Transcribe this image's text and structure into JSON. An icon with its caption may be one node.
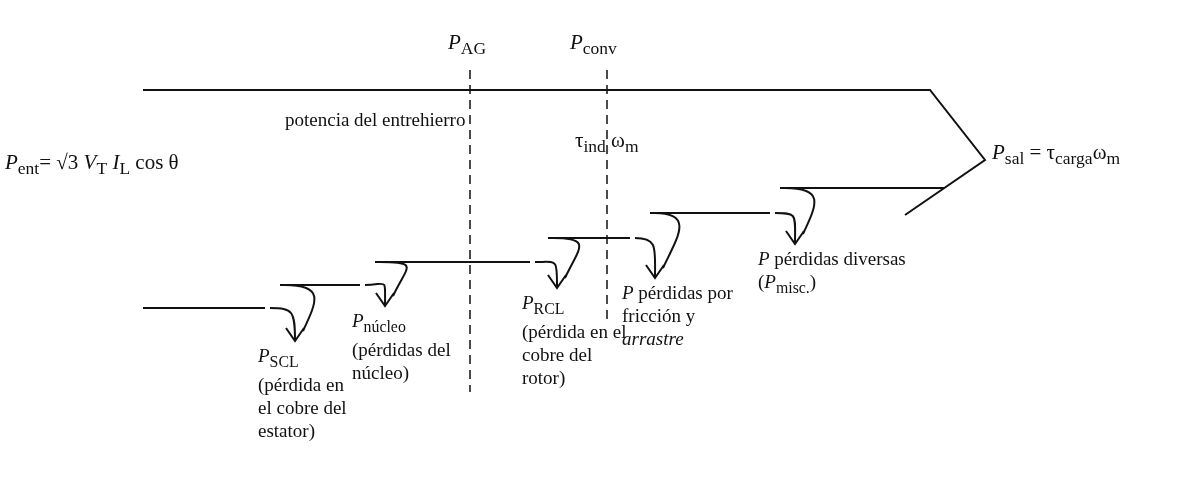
{
  "diagram": {
    "nodes": [
      {
        "text": [
          "*P*$_{SCL}$",
          "(pérdida en el cobre del estator)"
        ]
      },
      {
        "text": [
          "*P*$_{núcleo}$",
          "(pérdidas del núcleo)"
        ]
      },
      {
        "text": [
          "*P*$_{RCL}$",
          "(pérdida en el cobre del rotor)"
        ]
      },
      {
        "text": [
          "*P* pérdidas por fricción y *arrastre*"
        ]
      },
      {
        "text": [
          "*P* pérdidas diversas",
          "(*P*$_{misc.}$)"
        ]
      }
    ],
    "edges": [
      {
        "from": null,
        "to": 0,
        "arrow": "to"
      },
      {
        "from": null,
        "to": 1,
        "arrow": "to"
      },
      {
        "from": null,
        "to": 2,
        "arrow": "to"
      },
      {
        "from": null,
        "to": 3,
        "arrow": "to"
      },
      {
        "from": null,
        "to": 4,
        "arrow": "to"
      }
    ],
    "labels": [
      "*P*$_{AG}$",
      "*P*$_{conv}$",
      "potencia del entrehierro",
      "*P*$_{sal}$ = τ$_{carga}$ω$_{m}$",
      "τ$_{ind}$ ω$_{m}$",
      "*P*$_{ent}$= √3 *V*$_{T}$ *I*$_{L}$ cos θ"
    ]
  }
}
